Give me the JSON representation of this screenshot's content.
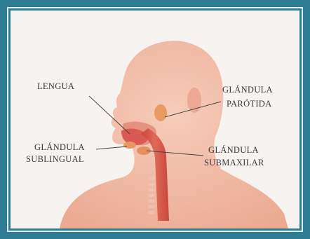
{
  "labels": {
    "lengua": "LENGUA",
    "parotida_l1": "GLÁNDULA",
    "parotida_l2": "PARÓTIDA",
    "sublingual_l1": "GLÁNDULA",
    "sublingual_l2": "SUBLINGUAL",
    "submaxilar_l1": "GLÁNDULA",
    "submaxilar_l2": "SUBMAXILAR"
  },
  "colors": {
    "frame": "#2e7d95",
    "background": "#f7f3f1",
    "skin": "#f1b9a2",
    "gland": "#e79a62",
    "tract": "#d9574a"
  }
}
